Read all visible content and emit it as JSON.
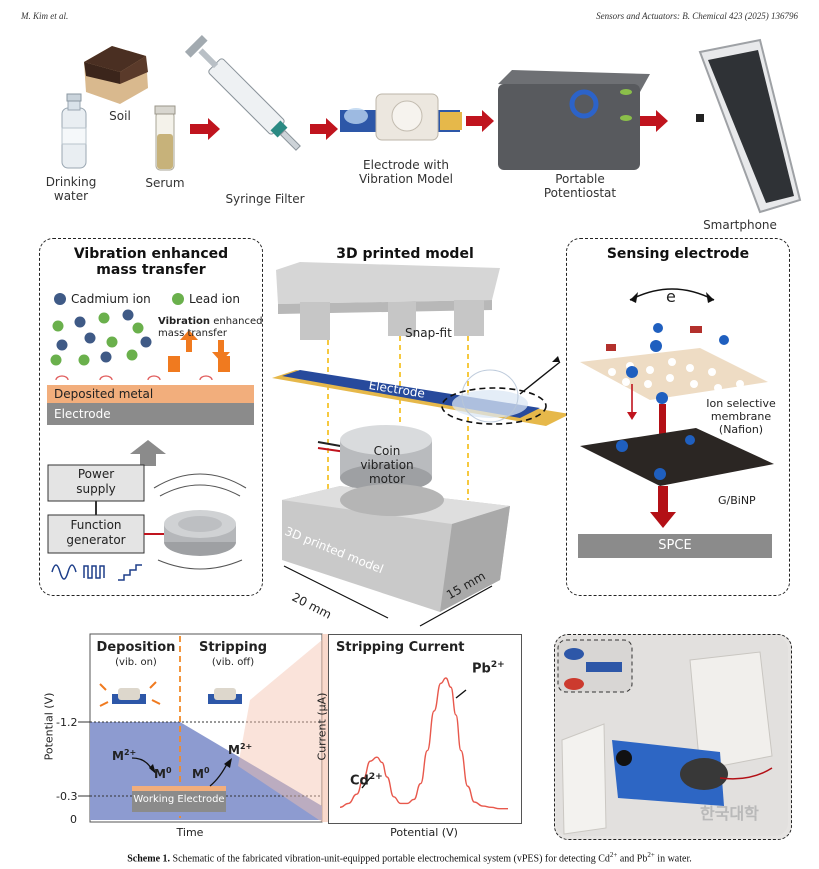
{
  "header": {
    "authors": "M. Kim et al.",
    "journal": "Sensors and Actuators: B. Chemical 423 (2025) 136796"
  },
  "workflow": {
    "drinking_water": [
      "Drinking",
      "water"
    ],
    "soil": "Soil",
    "serum": "Serum",
    "syringe_filter": "Syringe Filter",
    "electrode": [
      "Electrode with",
      "Vibration Model"
    ],
    "potentiostat": [
      "Portable",
      "Potentiostat"
    ],
    "smartphone": "Smartphone"
  },
  "panel_vibration": {
    "title": [
      "Vibration enhanced",
      "mass transfer"
    ],
    "cadmium": "Cadmium ion",
    "lead": "Lead ion",
    "vibration_bold": "Vibration",
    "vibration_rest": "enhanced",
    "mass_transfer": "mass transfer",
    "deposited": "Deposited metal",
    "electrode": "Electrode",
    "power": [
      "Power",
      "supply"
    ],
    "function": [
      "Function",
      "generator"
    ]
  },
  "panel_model": {
    "title": "3D printed model",
    "snap_fit": "Snap-fit",
    "electrode": "Electrode",
    "coin": [
      "Coin",
      "vibration",
      "motor"
    ],
    "model": "3D printed model",
    "dim1": "20 mm",
    "dim2": "15 mm"
  },
  "panel_sensing": {
    "title": "Sensing electrode",
    "e": "e",
    "membrane": [
      "Ion selective",
      "membrane",
      "(Nafion)"
    ],
    "gbinp": "G/BiNP",
    "spce": "SPCE"
  },
  "potential_chart": {
    "deposition": "Deposition",
    "dep_sub": "(vib. on)",
    "stripping": "Stripping",
    "strip_sub": "(vib. off)",
    "ylabel": "Potential (V)",
    "xlabel": "Time",
    "tick_high": "-1.2",
    "tick_low": "-0.3",
    "tick_zero": "0",
    "m2plus_left": "M",
    "m0_left": "M",
    "m0_right": "M",
    "m2plus_right": "M",
    "sup_2plus": "2+",
    "sup_0": "0",
    "working_electrode": "Working Electrode"
  },
  "chart_data": {
    "type": "line",
    "title": "Stripping Current",
    "xlabel": "Potential (V)",
    "ylabel": "Current (µA)",
    "x": [
      0,
      0.05,
      0.1,
      0.14,
      0.18,
      0.22,
      0.25,
      0.28,
      0.32,
      0.36,
      0.4,
      0.44,
      0.48,
      0.52,
      0.56,
      0.6,
      0.63,
      0.66,
      0.69,
      0.72,
      0.76,
      0.8,
      0.85,
      0.9,
      0.95,
      1.0
    ],
    "series": [
      {
        "values": [
          0.02,
          0.05,
          0.12,
          0.24,
          0.37,
          0.4,
          0.36,
          0.25,
          0.1,
          0.05,
          0.05,
          0.08,
          0.2,
          0.45,
          0.75,
          0.96,
          1.0,
          0.93,
          0.72,
          0.45,
          0.18,
          0.06,
          0.03,
          0.02,
          0.01,
          0.01
        ]
      }
    ],
    "annotations": [
      {
        "text": "Cd",
        "sup": "2+"
      },
      {
        "text": "Pb",
        "sup": "2+"
      }
    ],
    "colors": {
      "line": "#e8584c"
    }
  },
  "photo": {
    "watermark": "한국대학"
  },
  "caption": {
    "label": "Scheme 1.",
    "text": " Schematic of the fabricated vibration-unit-equipped portable electrochemical system (vPES) for detecting Cd",
    "sup1": "2+",
    "mid": " and Pb",
    "sup2": "2+",
    "end": " in water."
  },
  "colors": {
    "arrow": "#c0141e",
    "cadmium": "#3f5a86",
    "lead": "#6ab04c",
    "orange": "#f07a1f",
    "deposit": "#f2ae7c",
    "electrode_gray": "#8b8b8b",
    "chart_fill": "#8d9bd0",
    "dash_orange": "#f08a2a"
  }
}
